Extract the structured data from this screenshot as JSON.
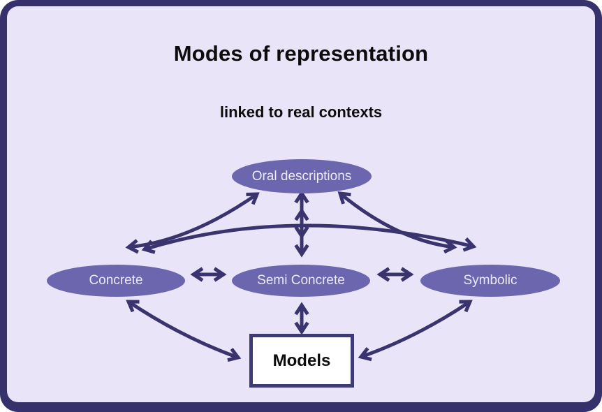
{
  "title": "Modes of representation",
  "subtitle": "linked to real contexts",
  "nodes": {
    "oral": {
      "label": "Oral descriptions",
      "shape": "ellipse"
    },
    "concrete": {
      "label": "Concrete",
      "shape": "ellipse"
    },
    "semi_concrete": {
      "label": "Semi Concrete",
      "shape": "ellipse"
    },
    "symbolic": {
      "label": "Symbolic",
      "shape": "ellipse"
    },
    "models": {
      "label": "Models",
      "shape": "rectangle"
    }
  },
  "edges": [
    {
      "from": "oral",
      "to": "concrete",
      "bidirectional": true,
      "style": "curved"
    },
    {
      "from": "oral",
      "to": "semi_concrete",
      "bidirectional": true,
      "style": "straight-double"
    },
    {
      "from": "oral",
      "to": "symbolic",
      "bidirectional": true,
      "style": "curved"
    },
    {
      "from": "concrete",
      "to": "semi_concrete",
      "bidirectional": true,
      "style": "straight"
    },
    {
      "from": "semi_concrete",
      "to": "symbolic",
      "bidirectional": true,
      "style": "straight"
    },
    {
      "from": "concrete",
      "to": "symbolic",
      "bidirectional": true,
      "style": "curved"
    },
    {
      "from": "semi_concrete",
      "to": "models",
      "bidirectional": true,
      "style": "straight"
    },
    {
      "from": "concrete",
      "to": "models",
      "bidirectional": true,
      "style": "curved"
    },
    {
      "from": "symbolic",
      "to": "models",
      "bidirectional": true,
      "style": "curved"
    }
  ],
  "colors": {
    "frame-border": "#36316b",
    "panel-bg": "#e9e4f8",
    "ellipse-fill": "#6b66ae",
    "ellipse-text": "#ece9f5",
    "arrow": "#3a346e",
    "box-border": "#3d3a75",
    "text-dark": "#0c0c0c"
  }
}
